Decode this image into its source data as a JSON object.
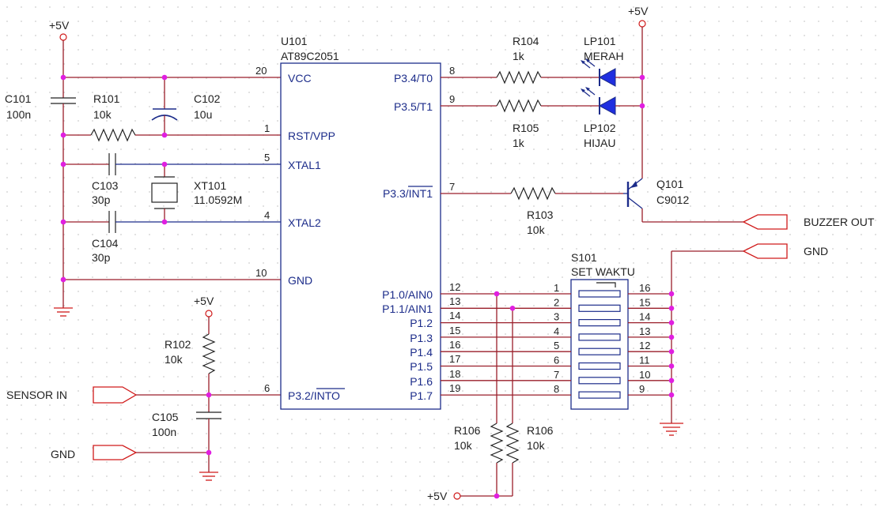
{
  "supply_label": "+5V",
  "ic": {
    "ref": "U101",
    "part": "AT89C2051",
    "left_pins": [
      {
        "num": "20",
        "name": "VCC"
      },
      {
        "num": "1",
        "name": "RST/VPP"
      },
      {
        "num": "5",
        "name": "XTAL1"
      },
      {
        "num": "4",
        "name": "XTAL2"
      },
      {
        "num": "10",
        "name": "GND"
      },
      {
        "num": "6",
        "name": "P3.2/INTO"
      }
    ],
    "right_pins": [
      {
        "num": "8",
        "name": "P3.4/T0"
      },
      {
        "num": "9",
        "name": "P3.5/T1"
      },
      {
        "num": "7",
        "name": "P3.3/INT1"
      },
      {
        "num": "12",
        "name": "P1.0/AIN0"
      },
      {
        "num": "13",
        "name": "P1.1/AIN1"
      },
      {
        "num": "14",
        "name": "P1.2"
      },
      {
        "num": "15",
        "name": "P1.3"
      },
      {
        "num": "16",
        "name": "P1.4"
      },
      {
        "num": "17",
        "name": "P1.5"
      },
      {
        "num": "18",
        "name": "P1.6"
      },
      {
        "num": "19",
        "name": "P1.7"
      }
    ]
  },
  "components": {
    "c101": {
      "ref": "C101",
      "value": "100n"
    },
    "r101": {
      "ref": "R101",
      "value": "10k"
    },
    "c102": {
      "ref": "C102",
      "value": "10u"
    },
    "c103": {
      "ref": "C103",
      "value": "30p"
    },
    "c104": {
      "ref": "C104",
      "value": "30p"
    },
    "xt101": {
      "ref": "XT101",
      "value": "11.0592M"
    },
    "r102": {
      "ref": "R102",
      "value": "10k"
    },
    "c105": {
      "ref": "C105",
      "value": "100n"
    },
    "r104": {
      "ref": "R104",
      "value": "1k"
    },
    "r105": {
      "ref": "R105",
      "value": "1k"
    },
    "lp101": {
      "ref": "LP101",
      "value": "MERAH"
    },
    "lp102": {
      "ref": "LP102",
      "value": "HIJAU"
    },
    "r103": {
      "ref": "R103",
      "value": "10k"
    },
    "q101": {
      "ref": "Q101",
      "value": "C9012"
    },
    "s101": {
      "ref": "S101",
      "value": "SET WAKTU"
    },
    "r106a": {
      "ref": "R106",
      "value": "10k"
    },
    "r106b": {
      "ref": "R106",
      "value": "10k"
    }
  },
  "switch_left_pins": [
    "1",
    "2",
    "3",
    "4",
    "5",
    "6",
    "7",
    "8"
  ],
  "switch_right_pins": [
    "16",
    "15",
    "14",
    "13",
    "12",
    "11",
    "10",
    "9"
  ],
  "ports": {
    "sensor_in": "SENSOR IN",
    "gnd_left": "GND",
    "buzzer_out": "BUZZER OUT",
    "gnd_right": "GND"
  }
}
